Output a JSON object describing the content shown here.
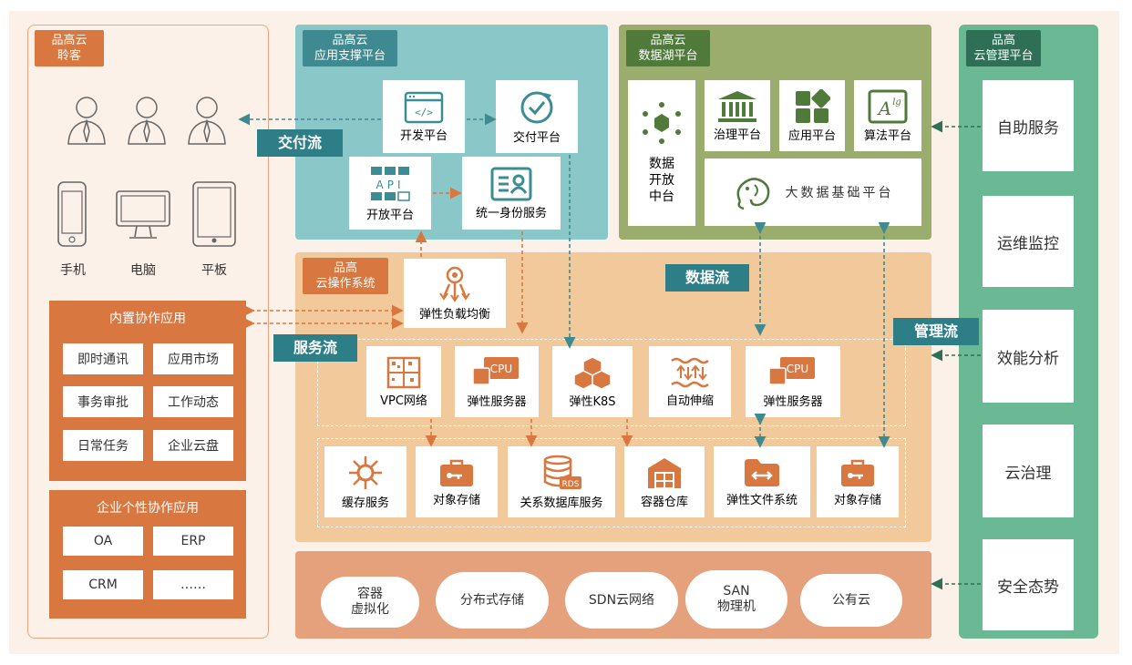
{
  "client": {
    "tag": "品高云\n聆客",
    "devices": [
      "手机",
      "电脑",
      "平板"
    ],
    "builtin": {
      "title": "内置协作应用",
      "items": [
        "即时通讯",
        "应用市场",
        "事务审批",
        "工作动态",
        "日常任务",
        "企业云盘"
      ]
    },
    "custom": {
      "title": "企业个性协作应用",
      "items": [
        "OA",
        "ERP",
        "CRM",
        "……"
      ]
    }
  },
  "app_platform": {
    "tag": "品高云\n应用支撑平台",
    "items": {
      "dev": "开发平台",
      "deliver": "交付平台",
      "open": "开放平台",
      "identity": "统一身份服务"
    },
    "api_text": "API"
  },
  "data_lake": {
    "tag": "品高云\n数据湖平台",
    "open_center": "数据\n开放\n中台",
    "items": [
      "治理平台",
      "应用平台",
      "算法平台"
    ],
    "bigdata": "大数据基础平台",
    "alg_text": "A",
    "alg_sup": "lg"
  },
  "cloud_os": {
    "tag": "品高\n云操作系统",
    "lb": "弹性负载均衡",
    "row1": [
      "VPC网络",
      "弹性服务器",
      "弹性K8S",
      "自动伸缩",
      "弹性服务器"
    ],
    "row2": [
      "缓存服务",
      "对象存储",
      "关系数据库服务",
      "容器仓库",
      "弹性文件系统",
      "对象存储"
    ],
    "cpu_text": "CPU",
    "rds_text": "RDS"
  },
  "infra": [
    "容器\n虚拟化",
    "分布式存储",
    "SDN云网络",
    "SAN\n物理机",
    "公有云"
  ],
  "mgmt": {
    "tag": "品高\n云管理平台",
    "items": [
      "自助服务",
      "运维监控",
      "效能分析",
      "云治理",
      "安全态势"
    ]
  },
  "flows": {
    "delivery": "交付流",
    "data": "数据流",
    "service": "服务流",
    "management": "管理流"
  },
  "colors": {
    "orange": "#d97740",
    "teal": "#8ac7c9",
    "olive": "#9bad6c",
    "green": "#6ab894",
    "beige": "#f1c99a",
    "salmon": "#e5a07c",
    "flow": "#2d7e86"
  }
}
